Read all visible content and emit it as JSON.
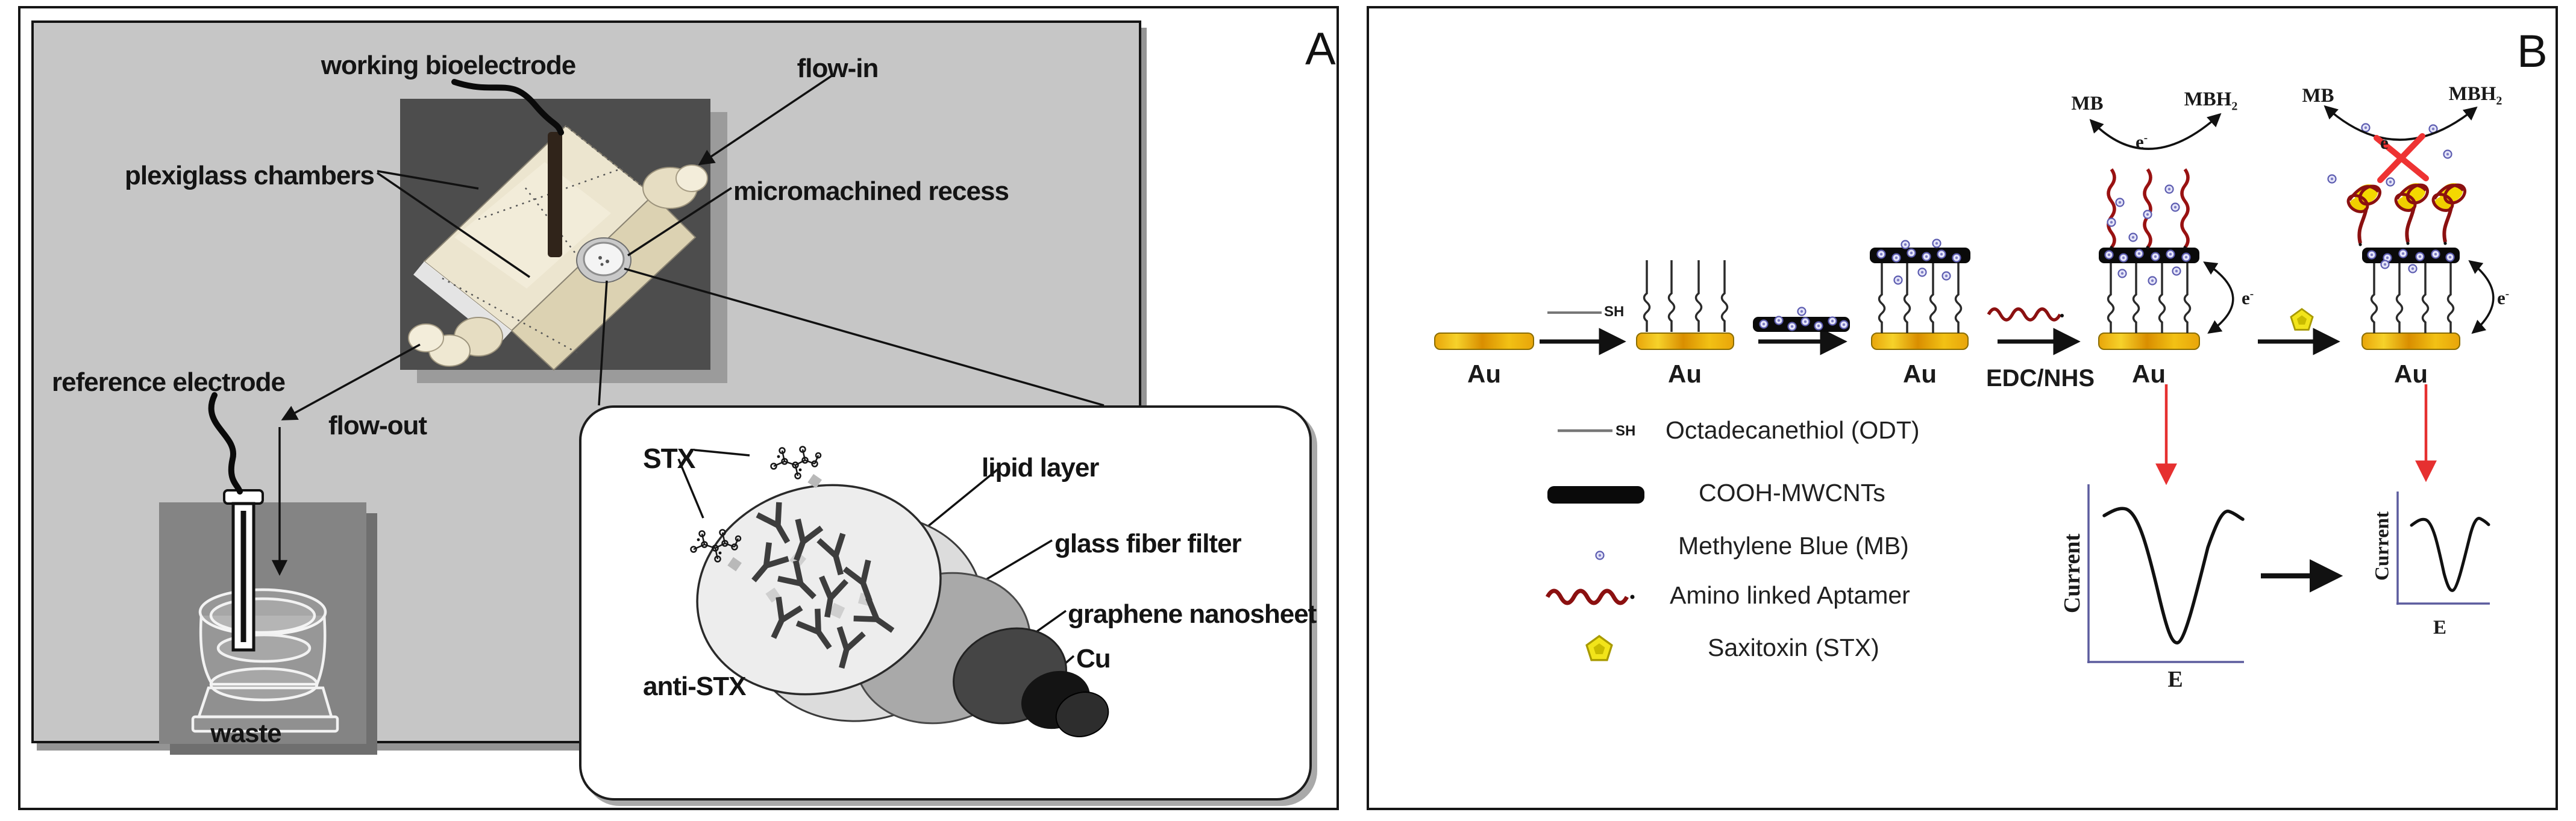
{
  "figure": {
    "type": "two-panel biosensor schematic",
    "panel_a": {
      "label": "A",
      "labels": {
        "working_bioelectrode": "working bioelectrode",
        "flow_in": "flow-in",
        "plexiglass_chambers": "plexiglass chambers",
        "micromachined_recess": "micromachined recess",
        "reference_electrode": "reference electrode",
        "flow_out": "flow-out",
        "waste": "waste"
      },
      "inset": {
        "stx": "STX",
        "anti_stx": "anti-STX",
        "lipid_layer": "lipid layer",
        "glass_fiber_filter": "glass fiber filter",
        "graphene_nanosheet": "graphene nanosheet",
        "cu": "Cu"
      }
    },
    "panel_b": {
      "label": "B",
      "au": "Au",
      "sh": "SH",
      "edc_nhs": "EDC/NHS",
      "mb": "MB",
      "mbh": "MBH",
      "mbh_sub": "2",
      "e": "e",
      "e_sup": "-",
      "legend": {
        "sh": "SH",
        "odt": "Octadecanethiol (ODT)",
        "mwcnt": "COOH-MWCNTs",
        "mb": "Methylene Blue (MB)",
        "aptamer": "Amino linked Aptamer",
        "stx": "Saxitoxin (STX)"
      },
      "plot": {
        "ylabel": "Current",
        "xlabel": "E"
      },
      "colors": {
        "gold_electrode": "#e8a50a",
        "mwcnt_black": "#0a0a0a",
        "methylene_blue_dot": "#7d7dc4",
        "aptamer_red": "#8b1010",
        "stx_yellow": "#f2e41a",
        "signal_arrow_red": "#e63030",
        "plot_axis_navy": "#5c5c9e"
      }
    }
  }
}
